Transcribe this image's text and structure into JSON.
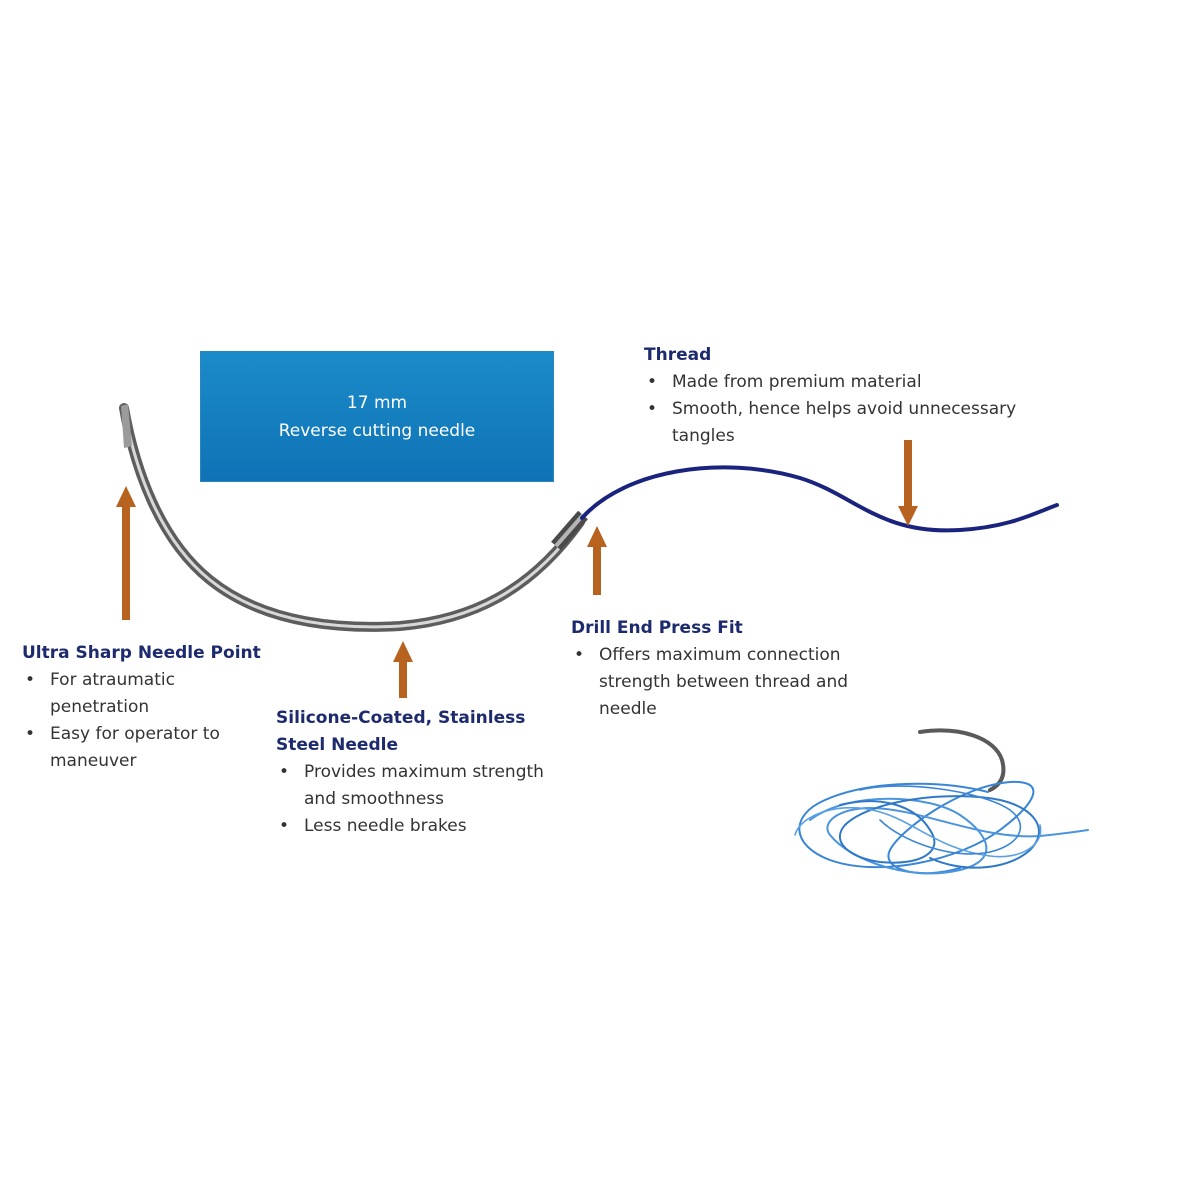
{
  "size_box": {
    "length": "17 mm",
    "needle_type": "Reverse cutting needle"
  },
  "callouts": {
    "thread": {
      "title": "Thread",
      "bullets": [
        "Made from premium material",
        "Smooth, hence helps avoid unnecessary tangles"
      ]
    },
    "needle_point": {
      "title": "Ultra Sharp Needle Point",
      "bullets": [
        "For atraumatic penetration",
        "Easy for operator to maneuver"
      ]
    },
    "needle_body": {
      "title": "Silicone-Coated, Stainless Steel Needle",
      "bullets": [
        "Provides maximum strength and smoothness",
        "Less needle brakes"
      ]
    },
    "drill_end": {
      "title": "Drill End Press Fit",
      "bullets": [
        "Offers maximum connection strength between thread and needle"
      ]
    }
  },
  "colors": {
    "box_blue": "#1180c2",
    "title_navy": "#1d2a6e",
    "arrow_orange": "#b8621f",
    "thread_navy": "#1a237e",
    "coil_blue": "#3a86d6",
    "needle_steel": "#8a8a8a"
  },
  "icons": [
    "curved-needle-illustration",
    "thread-line",
    "pointer-arrow",
    "coiled-suture-illustration"
  ]
}
